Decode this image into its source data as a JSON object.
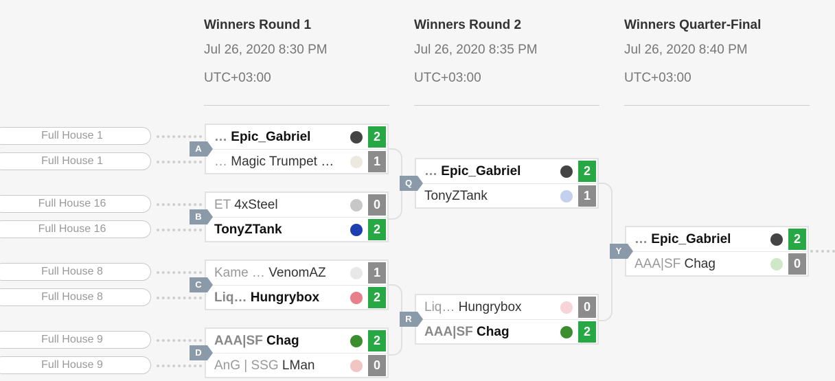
{
  "rounds": [
    {
      "name": "Winners Round 1",
      "date": "Jul 26, 2020 8:30 PM",
      "tz": "UTC+03:00"
    },
    {
      "name": "Winners Round 2",
      "date": "Jul 26, 2020 8:35 PM",
      "tz": "UTC+03:00"
    },
    {
      "name": "Winners Quarter-Final",
      "date": "Jul 26, 2020 8:40 PM",
      "tz": "UTC+03:00"
    }
  ],
  "sources": [
    "Full House 1",
    "Full House 1",
    "Full House 16",
    "Full House 16",
    "Full House 8",
    "Full House 8",
    "Full House 9",
    "Full House 9"
  ],
  "matches": {
    "A": {
      "label": "A",
      "p1": {
        "prefix": "…",
        "name": "Epic_Gabriel",
        "score": "2",
        "icon": "dark-mask-icon"
      },
      "p2": {
        "prefix": "…",
        "name": "Magic Trumpet …",
        "score": "1",
        "icon": "light-face-icon"
      }
    },
    "B": {
      "label": "B",
      "p1": {
        "prefix": "ET",
        "name": "4xSteel",
        "score": "0",
        "icon": "grey-blob-icon"
      },
      "p2": {
        "prefix": "",
        "name": "TonyZTank",
        "score": "2",
        "icon": "blue-sonic-icon"
      }
    },
    "C": {
      "label": "C",
      "p1": {
        "prefix": "Kame …",
        "name": "VenomAZ",
        "score": "1",
        "icon": "white-blob-icon"
      },
      "p2": {
        "prefix": "Liq…",
        "name": "Hungrybox",
        "score": "2",
        "icon": "pink-jigglypuff-icon"
      }
    },
    "D": {
      "label": "D",
      "p1": {
        "prefix": "AAA|SF",
        "name": "Chag",
        "score": "2",
        "icon": "green-bowser-icon"
      },
      "p2": {
        "prefix": "AnG | SSG",
        "name": "LMan",
        "score": "0",
        "icon": "red-ball-icon"
      }
    },
    "Q": {
      "label": "Q",
      "p1": {
        "prefix": "…",
        "name": "Epic_Gabriel",
        "score": "2",
        "icon": "dark-mask-icon"
      },
      "p2": {
        "prefix": "",
        "name": "TonyZTank",
        "score": "1",
        "icon": "blue-sonic-icon"
      }
    },
    "R": {
      "label": "R",
      "p1": {
        "prefix": "Liq…",
        "name": "Hungrybox",
        "score": "0",
        "icon": "pink-jigglypuff-icon"
      },
      "p2": {
        "prefix": "AAA|SF",
        "name": "Chag",
        "score": "2",
        "icon": "green-bowser-icon"
      }
    },
    "Y": {
      "label": "Y",
      "p1": {
        "prefix": "…",
        "name": "Epic_Gabriel",
        "score": "2",
        "icon": "dark-mask-icon"
      },
      "p2": {
        "prefix": "AAA|SF",
        "name": "Chag",
        "score": "0",
        "icon": "green-bowser-icon"
      }
    }
  }
}
